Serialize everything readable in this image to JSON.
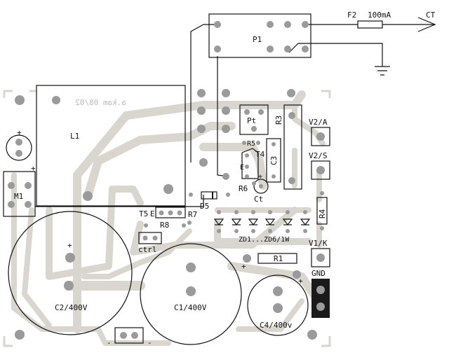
{
  "labels": {
    "f2": "F2",
    "fuse_rating": "100mA",
    "ct": "CT",
    "p1": "P1",
    "l1": "L1",
    "m1": "M1",
    "pt": "Pt",
    "r3": "R3",
    "r5": "R5",
    "t4": "T4",
    "e_t4": "E",
    "c3": "C3",
    "r6": "R6",
    "ct_cap": "Ct",
    "d5": "D5",
    "t5": "T5",
    "e_t5": "E",
    "r7": "R7",
    "r8": "R8",
    "ctrl": "ctrl",
    "zd": "ZD1...ZD6/1W",
    "r1": "R1",
    "r4": "R4",
    "v2a": "V2/A",
    "v2s": "V2/S",
    "v1k": "V1/K",
    "gnd": "GND",
    "c2": "C2/400V",
    "c1": "C1/400V",
    "c4": "C4/400v",
    "plus": "+",
    "minus": "-",
    "mirror_text": "a.kam 08/02"
  },
  "colors": {
    "trace": "#d9d6cf",
    "pad": "#9a9a9a",
    "outline": "#111111",
    "gnd_block": "#1a1a1a"
  }
}
